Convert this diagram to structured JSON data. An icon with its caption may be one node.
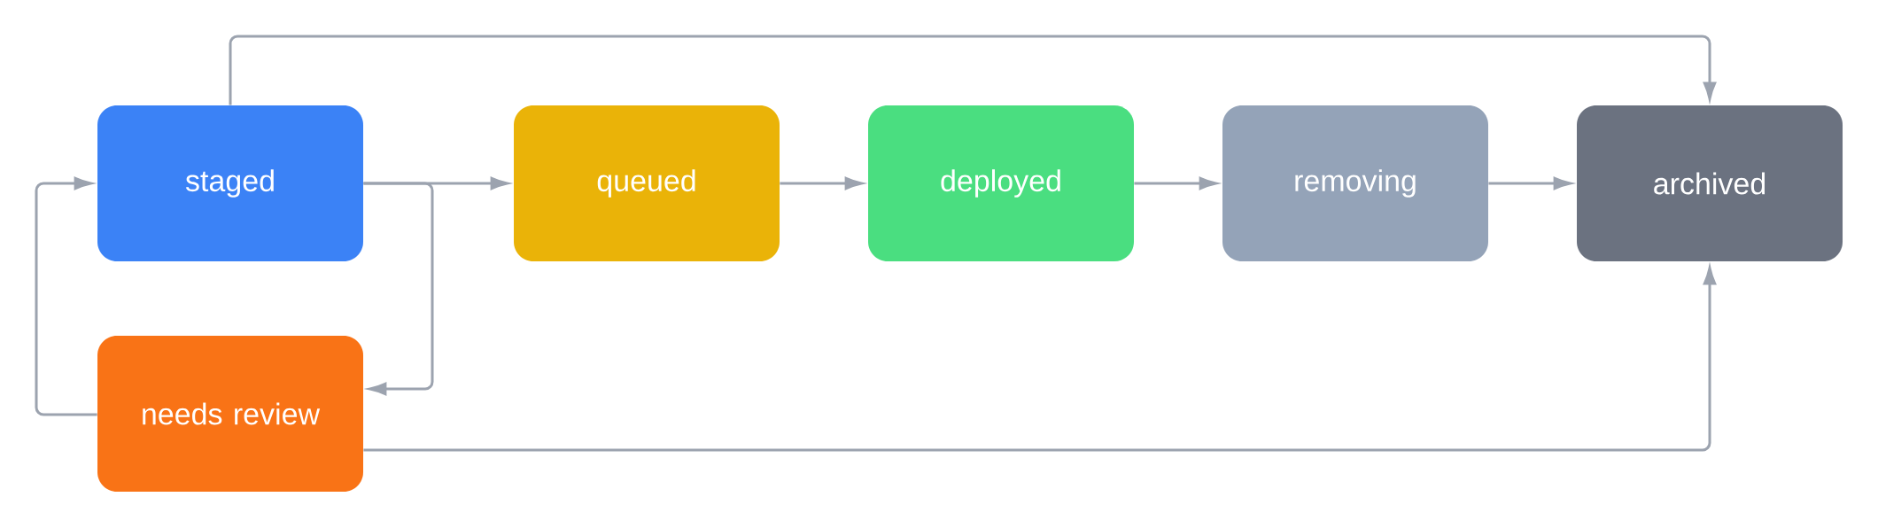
{
  "diagram": {
    "nodes": [
      {
        "text": [
          "staged"
        ]
      },
      {
        "text": [
          "queued"
        ]
      },
      {
        "text": [
          "deployed"
        ]
      },
      {
        "text": [
          "removing"
        ]
      },
      {
        "text": [
          "archived"
        ]
      },
      {
        "text": [
          "needs review"
        ]
      }
    ],
    "edges": [
      {
        "from": 0,
        "to": 1,
        "arrow": "to"
      },
      {
        "from": 1,
        "to": 2,
        "arrow": "to"
      },
      {
        "from": 2,
        "to": 3,
        "arrow": "to"
      },
      {
        "from": 3,
        "to": 4,
        "arrow": "to"
      },
      {
        "from": 0,
        "to": 4,
        "arrow": "to"
      },
      {
        "from": 0,
        "to": 5,
        "arrow": "to"
      },
      {
        "from": 5,
        "to": 0,
        "arrow": "to"
      },
      {
        "from": 5,
        "to": 4,
        "arrow": "to"
      }
    ]
  }
}
